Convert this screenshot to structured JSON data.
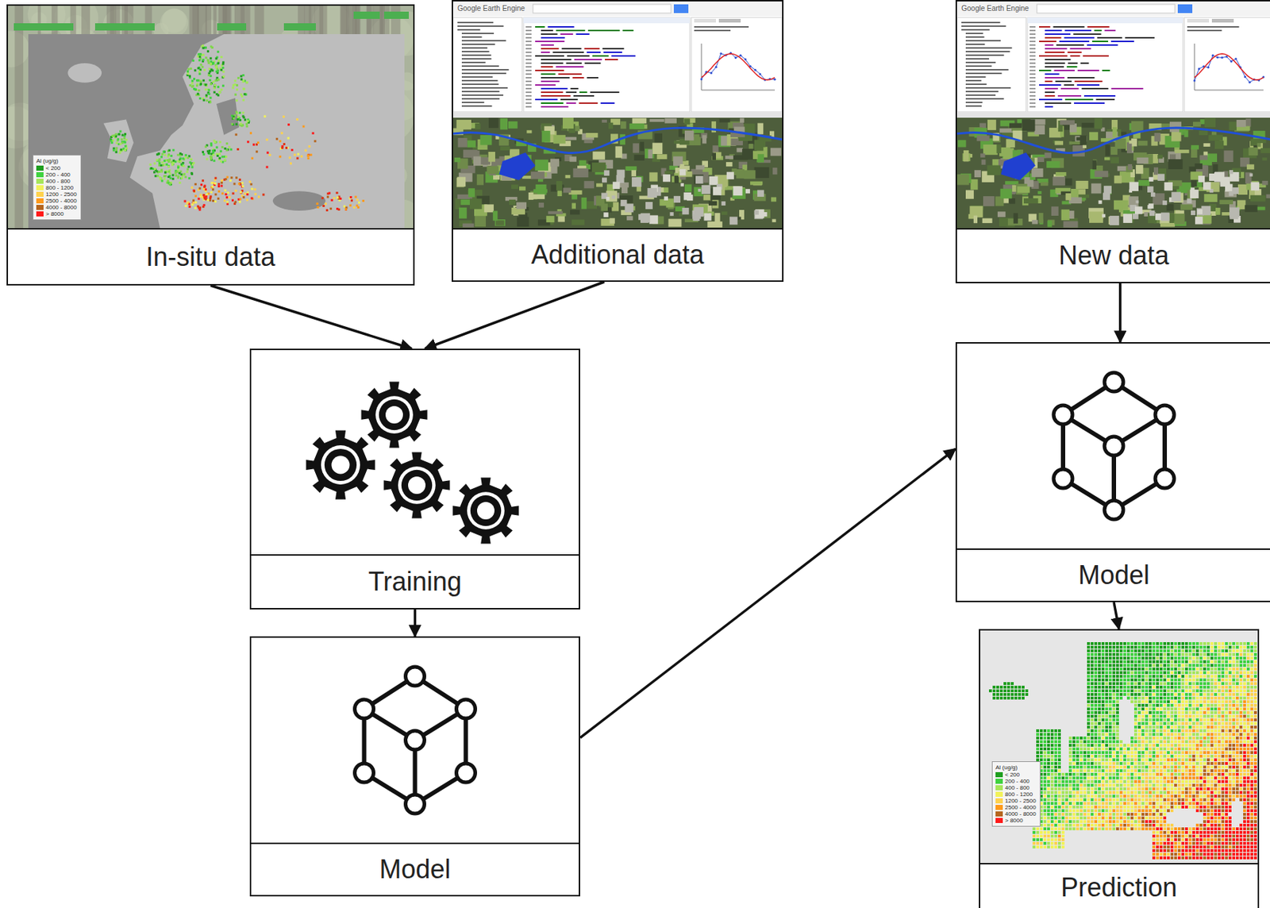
{
  "diagram": {
    "nodes": [
      {
        "text": [
          "In-situ data"
        ]
      },
      {
        "text": [
          "Additional data"
        ]
      },
      {
        "text": [
          "Training"
        ]
      },
      {
        "text": [
          "Model"
        ]
      },
      {
        "text": [
          "New data"
        ]
      },
      {
        "text": [
          "Model"
        ]
      },
      {
        "text": [
          "Prediction"
        ]
      }
    ],
    "edges": [
      {
        "from": 0,
        "to": 2,
        "arrow": "to"
      },
      {
        "from": 1,
        "to": 2,
        "arrow": "to"
      },
      {
        "from": 2,
        "to": 3,
        "arrow": "to"
      },
      {
        "from": 3,
        "to": 5,
        "arrow": "to"
      },
      {
        "from": 4,
        "to": 5,
        "arrow": "to"
      },
      {
        "from": 5,
        "to": 6,
        "arrow": "to"
      }
    ],
    "labels": [
      "Al (ug/g)",
      "Al (ug/g)",
      "Google Earth Engine",
      "Google Earth Engine"
    ],
    "legend": [
      {
        "text": "< 200",
        "color": "#1e9e1e"
      },
      {
        "text": "200 - 400",
        "color": "#3fd23f"
      },
      {
        "text": "400 - 800",
        "color": "#a6e65a"
      },
      {
        "text": "800 - 1200",
        "color": "#f2f25a"
      },
      {
        "text": "1200 - 2500",
        "color": "#ffd24d"
      },
      {
        "text": "2500 - 4000",
        "color": "#ff9a1a"
      },
      {
        "text": "4000 - 8000",
        "color": "#b5651d"
      },
      {
        "text": "> 8000",
        "color": "#ff1a1a"
      },
      {
        "text": "< 200",
        "color": "#1e9e1e"
      },
      {
        "text": "200 - 400",
        "color": "#3fd23f"
      },
      {
        "text": "400 - 800",
        "color": "#a6e65a"
      },
      {
        "text": "800 - 1200",
        "color": "#f2f25a"
      },
      {
        "text": "1200 - 2500",
        "color": "#ffd24d"
      },
      {
        "text": "2500 - 4000",
        "color": "#ff9a1a"
      },
      {
        "text": "4000 - 8000",
        "color": "#b5651d"
      },
      {
        "text": "> 8000",
        "color": "#ff1a1a"
      }
    ]
  }
}
